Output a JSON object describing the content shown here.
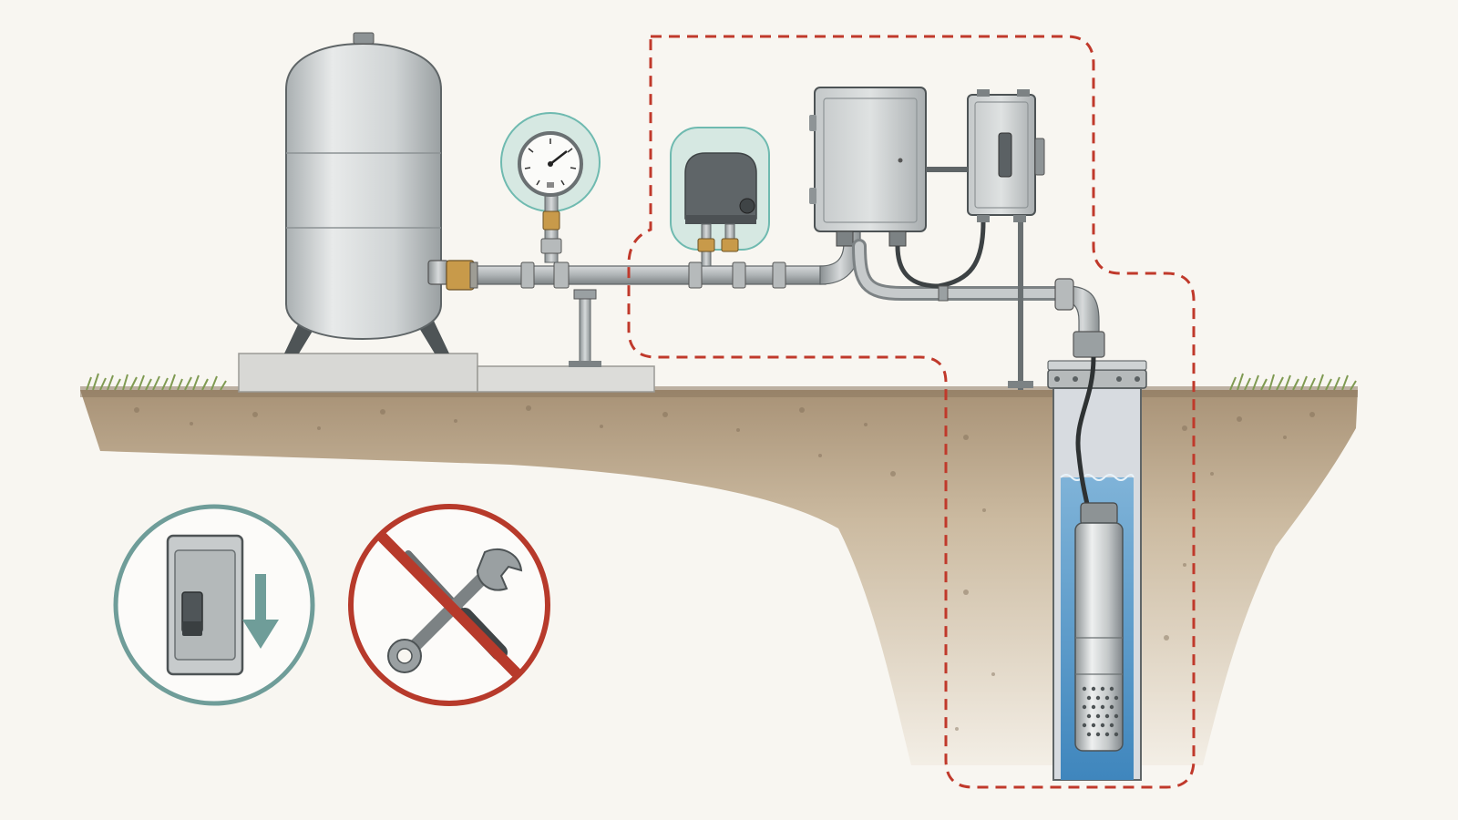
{
  "colors": {
    "background": "#f8f6f1",
    "soil": "#c8b59a",
    "soil_dark": "#8a765e",
    "grass": "#7f9a52",
    "metal_light": "#e3e5e5",
    "metal_mid": "#b8bcbd",
    "metal_dark": "#7c8284",
    "outline": "#4d5355",
    "brass": "#c89a4a",
    "water": "#5b9ccb",
    "teal_highlight": "#6fbab0",
    "teal_circle": "#6f9d99",
    "warning_red": "#b73a2b",
    "danger_zone": "#c0392b"
  },
  "icons": {
    "switch_off": "breaker-switch-off-icon",
    "arrow": "arrow-down-icon",
    "no_tools": "no-tools-icon",
    "wrench": "wrench-icon",
    "screwdriver": "screwdriver-icon"
  },
  "diagram": {
    "components": [
      "pressure-tank",
      "pressure-gauge",
      "pressure-switch",
      "control-box",
      "disconnect-switch",
      "well-casing",
      "submersible-pump"
    ],
    "highlighted": [
      "pressure-gauge",
      "pressure-switch"
    ],
    "danger_zone": [
      "pressure-switch",
      "control-box",
      "disconnect-switch",
      "well-casing",
      "submersible-pump"
    ]
  }
}
